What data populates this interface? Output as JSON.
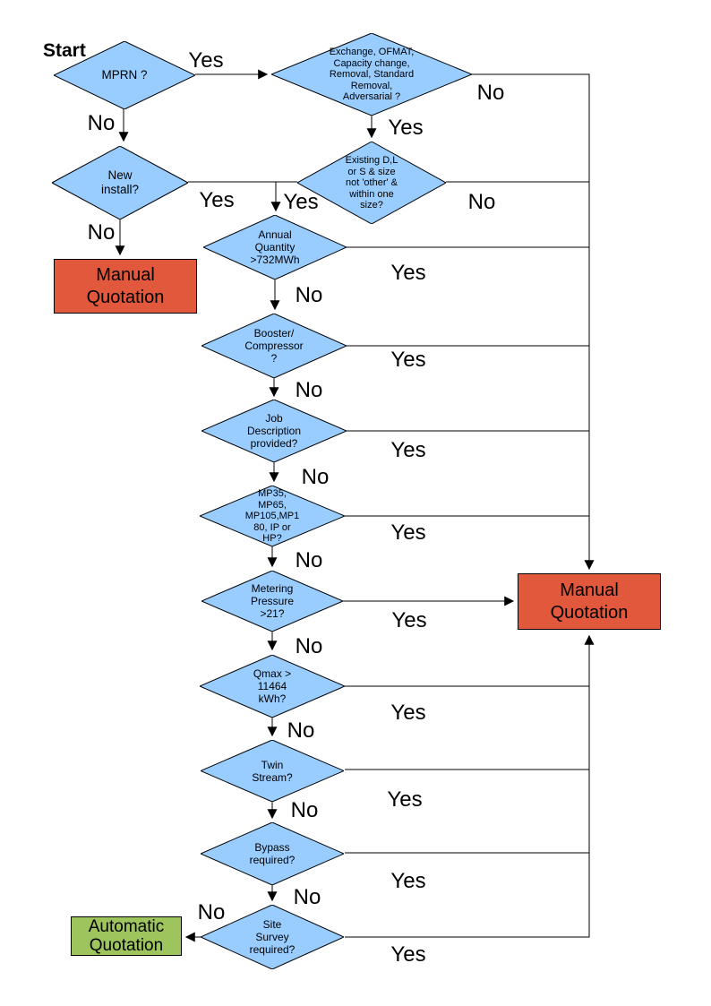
{
  "title": "Start",
  "colors": {
    "diamond_fill": "#99CCFF",
    "manual_fill": "#E2583C",
    "auto_fill": "#9EC45E",
    "line": "#000000"
  },
  "decisions": {
    "mprn": "MPRN ?",
    "exchange": [
      "Exchange, OFMAT,",
      "Capacity change,",
      "Removal, Standard",
      "Removal,",
      "Adversarial ?"
    ],
    "new_install": [
      "New",
      "install?"
    ],
    "existing": [
      "Existing D,L",
      "or S & size",
      "not 'other' &",
      "within one",
      "size?"
    ],
    "annual": [
      "Annual",
      "Quantity",
      ">732MWh"
    ],
    "booster": [
      "Booster/",
      "Compressor",
      "?"
    ],
    "job": [
      "Job",
      "Description",
      "provided?"
    ],
    "mp": [
      "MP35,",
      "MP65,",
      "MP105,MP1",
      "80, IP or",
      "HP?"
    ],
    "metering": [
      "Metering",
      "Pressure",
      ">21?"
    ],
    "qmax": [
      "Qmax >",
      "11464",
      "kWh?"
    ],
    "twin": [
      "Twin",
      "Stream?"
    ],
    "bypass": [
      "Bypass",
      "required?"
    ],
    "site": [
      "Site",
      "Survey",
      "required?"
    ]
  },
  "terminals": {
    "manual_left": [
      "Manual",
      "Quotation"
    ],
    "manual_right": [
      "Manual",
      "Quotation"
    ],
    "automatic": [
      "Automatic",
      "Quotation"
    ]
  },
  "labels": {
    "mprn_yes": "Yes",
    "mprn_no": "No",
    "exchange_no": "No",
    "exchange_yes": "Yes",
    "existing_no": "No",
    "new_install_yes": "Yes",
    "existing_yes": "Yes",
    "new_install_no": "No",
    "annual_yes": "Yes",
    "annual_no": "No",
    "booster_yes": "Yes",
    "booster_no": "No",
    "job_yes": "Yes",
    "job_no": "No",
    "mp_yes": "Yes",
    "mp_no": "No",
    "metering_yes": "Yes",
    "metering_no": "No",
    "qmax_yes": "Yes",
    "qmax_no": "No",
    "twin_yes": "Yes",
    "twin_no": "No",
    "bypass_yes": "Yes",
    "bypass_no": "No",
    "site_yes": "Yes",
    "site_no": "No"
  }
}
